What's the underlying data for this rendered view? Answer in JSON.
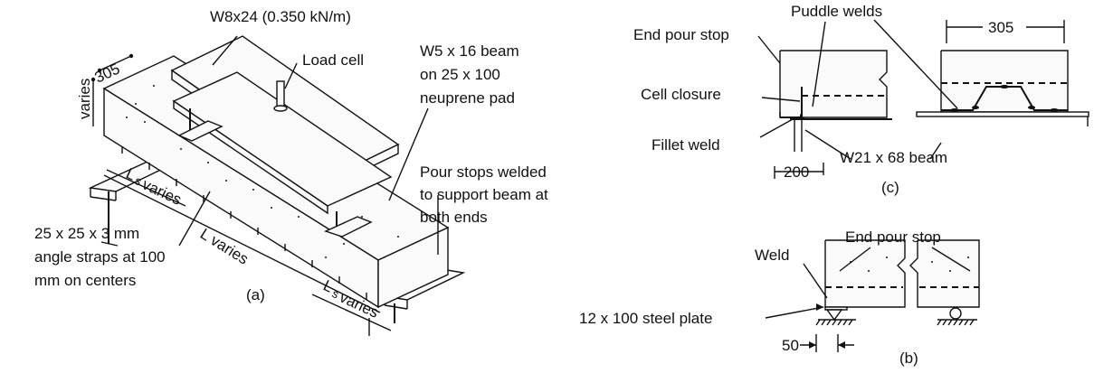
{
  "figure_a": {
    "beam_label": "W8x24 (0.350 kN/m)",
    "load_cell": "Load cell",
    "support_beam_line1": "W5 x 16 beam",
    "support_beam_line2": "on 25 x 100",
    "support_beam_line3": "neuprene pad",
    "pour_stops_line1": "Pour stops welded",
    "pour_stops_line2": "to support beam at",
    "pour_stops_line3": "both ends",
    "width_dim": "305",
    "depth_dim": "varies",
    "ls_left_l": "L",
    "ls_left_s": "s",
    "ls_left_v": "varies",
    "l_varies": "L varies",
    "ls_right_l": "L",
    "ls_right_s": "s",
    "ls_right_v": "varies",
    "angle_line1": "25 x 25 x 3 mm",
    "angle_line2": "angle straps at 100",
    "angle_line3": "mm on centers",
    "caption": "(a)"
  },
  "figure_c": {
    "puddle_welds": "Puddle welds",
    "dim_305": "305",
    "end_pour_stop": "End pour stop",
    "cell_closure": "Cell closure",
    "fillet_weld": "Fillet weld",
    "w21_beam": "W21 x 68 beam",
    "dim_200": "200",
    "caption": "(c)"
  },
  "figure_b": {
    "end_pour_stop": "End pour stop",
    "weld": "Weld",
    "steel_plate": "12 x 100 steel plate",
    "dim_50": "50",
    "caption": "(b)"
  }
}
